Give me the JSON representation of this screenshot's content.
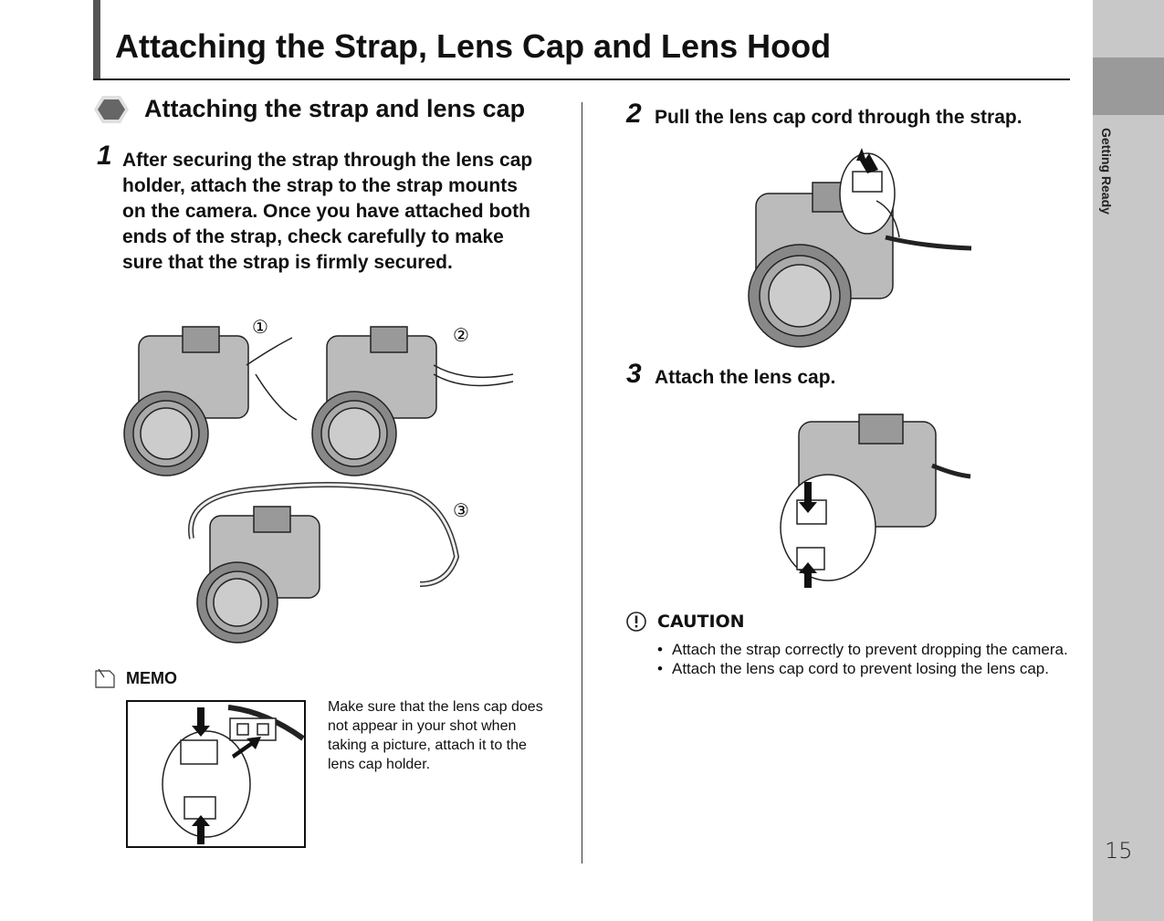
{
  "header": {
    "title": "Attaching the Strap, Lens Cap and Lens Hood"
  },
  "section": {
    "title": "Attaching the strap and lens cap"
  },
  "steps": [
    {
      "number": "1",
      "text": "After securing the strap through the lens cap holder, attach the strap to the strap mounts on the camera. Once you have attached both ends of the strap, check carefully to make sure that the strap is firmly secured."
    },
    {
      "number": "2",
      "text": "Pull the lens cap cord through the strap."
    },
    {
      "number": "3",
      "text": "Attach the lens cap."
    }
  ],
  "figure_labels": [
    "①",
    "②",
    "③"
  ],
  "memo": {
    "label": "MEMO",
    "text": "Make sure that the lens cap does not appear in your shot when taking a picture, attach it to the lens cap holder."
  },
  "caution": {
    "label": "CAUTION",
    "items": [
      "Attach the strap correctly to prevent dropping the camera.",
      "Attach the lens cap cord to prevent losing the lens cap."
    ]
  },
  "side_tab": {
    "label": "Getting Ready"
  },
  "page_number": "15",
  "colors": {
    "side_tab": "#c8c8c8",
    "side_tab_block": "#9a9a9a",
    "title_bar": "#555555",
    "hexagon": "#666666"
  }
}
